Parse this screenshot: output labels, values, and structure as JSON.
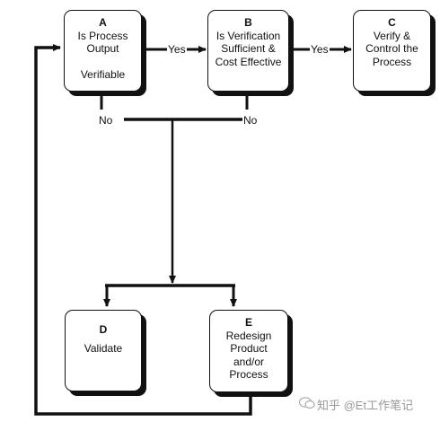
{
  "boxes": {
    "a": {
      "letter": "A",
      "text": "Is Process\nOutput\n\nVerifiable"
    },
    "b": {
      "letter": "B",
      "text": "Is Verification\nSufficient &\nCost Effective"
    },
    "c": {
      "letter": "C",
      "text": "Verify &\nControl the\nProcess"
    },
    "d": {
      "letter": "D",
      "text": "Validate"
    },
    "e": {
      "letter": "E",
      "text": "Redesign\nProduct\nand/or\nProcess"
    }
  },
  "labels": {
    "a_yes": "Yes",
    "b_yes": "Yes",
    "a_no": "No",
    "b_no": "No"
  },
  "watermark": "知乎 @Et工作笔记",
  "colors": {
    "line": "#111111",
    "box_fill": "#ffffff",
    "shadow": "#111111"
  }
}
